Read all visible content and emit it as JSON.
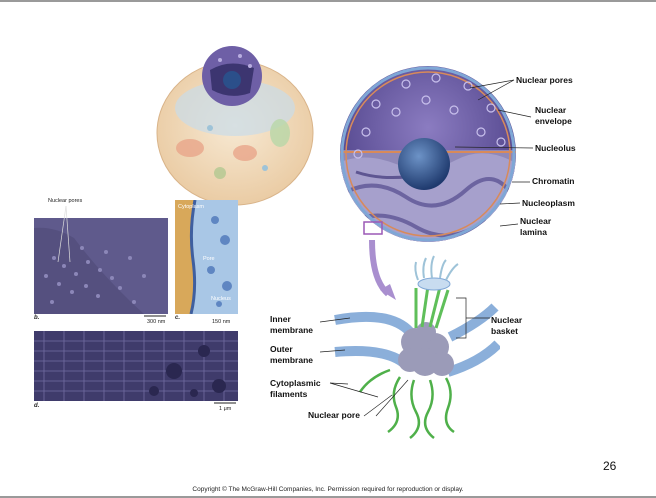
{
  "labels": {
    "nuclear_pores": "Nuclear pores",
    "nuclear_envelope": "Nuclear\nenvelope",
    "nucleolus": "Nucleolus",
    "chromatin": "Chromatin",
    "nucleoplasm": "Nucleoplasm",
    "nuclear_lamina": "Nuclear\nlamina",
    "inner_membrane": "Inner\nmembrane",
    "outer_membrane": "Outer\nmembrane",
    "cytoplasmic_filaments": "Cytoplasmic\nfilaments",
    "nuclear_pore": "Nuclear pore",
    "nuclear_basket": "Nuclear\nbasket"
  },
  "micrographs": {
    "b": {
      "title": "Nuclear pores",
      "letter": "b.",
      "scale": "300 nm"
    },
    "c": {
      "cytoplasm": "Cytoplasm",
      "pore": "Pore",
      "nucleus": "Nucleus",
      "letter": "c.",
      "scale": "150 nm"
    },
    "d": {
      "letter": "d.",
      "scale": "1 μm"
    }
  },
  "page_number": "26",
  "copyright": "Copyright © The McGraw-Hill Companies, Inc. Permission required for reproduction or display.",
  "colors": {
    "nucleus_purple": "#6e5fa6",
    "nucleolus_blue": "#2b4f8a",
    "membrane_blue": "#7fa7d6",
    "filament_green": "#5fbf5a",
    "micrograph_purple": "#4a4678"
  }
}
